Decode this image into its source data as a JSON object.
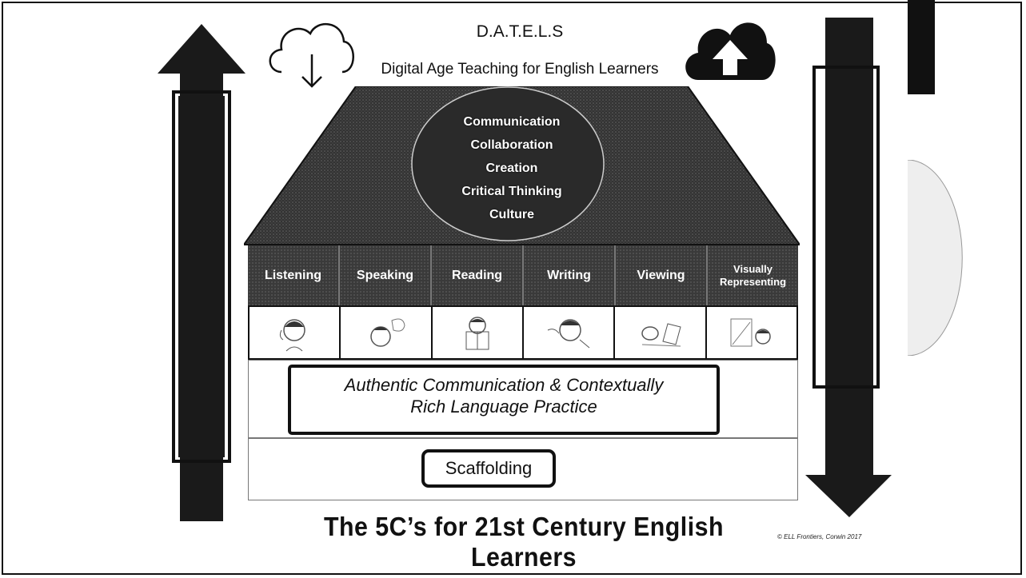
{
  "header": {
    "title": "D.A.T.E.L.S",
    "subtitle": "Digital Age Teaching for English Learners"
  },
  "roof": {
    "items": [
      "Communication",
      "Collaboration",
      "Creation",
      "Critical Thinking",
      "Culture"
    ]
  },
  "skills": [
    "Listening",
    "Speaking",
    "Reading",
    "Writing",
    "Viewing",
    "Visually Representing"
  ],
  "foundation": {
    "authentic_line1": "Authentic Communication & Contextually",
    "authentic_line2": "Rich Language Practice",
    "scaffolding": "Scaffolding"
  },
  "footer": {
    "title": "The 5C’s for 21st Century English Learners",
    "copyright": "© ELL Frontiers, Corwin 2017"
  },
  "icons": {
    "download": "cloud-download-icon",
    "upload": "cloud-upload-icon"
  },
  "colors": {
    "dark": "#111111",
    "roof": "#3a3a3a"
  }
}
